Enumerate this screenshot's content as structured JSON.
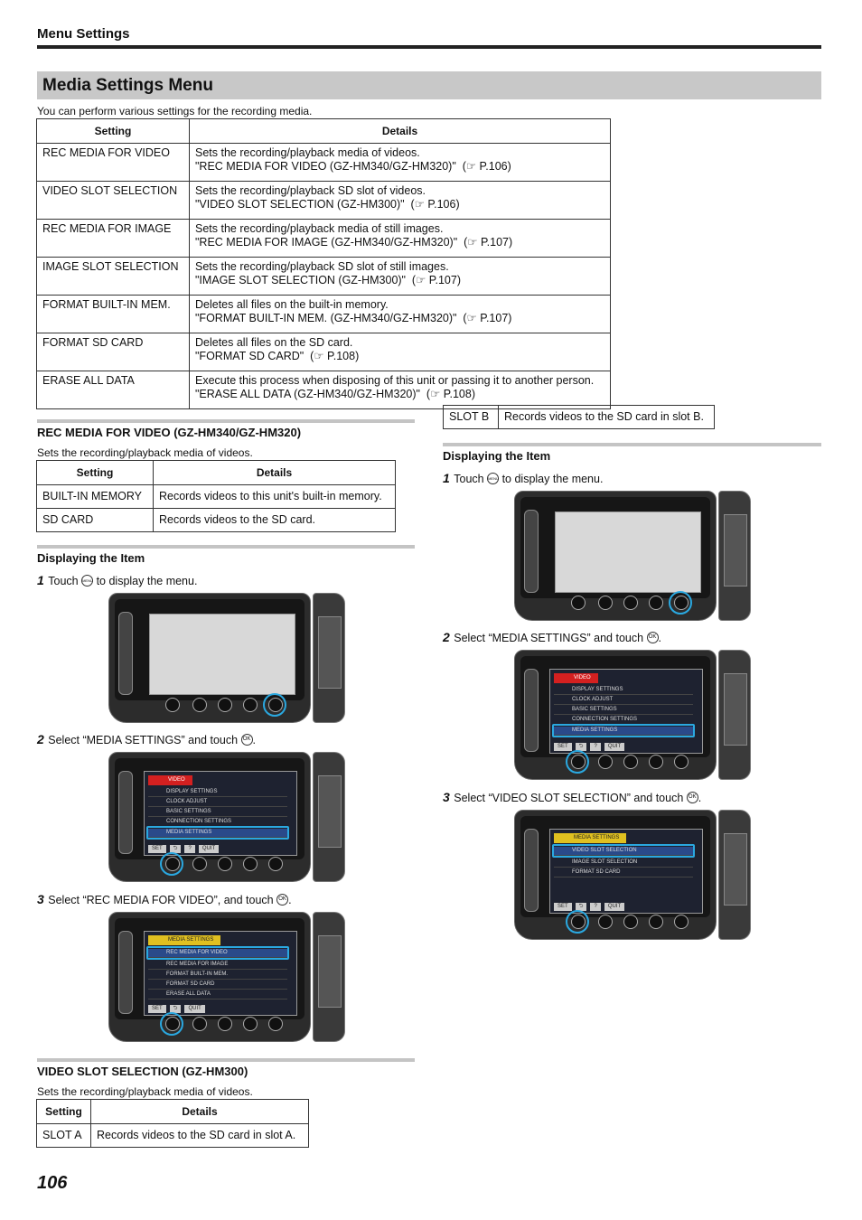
{
  "header": {
    "title": "Menu Settings"
  },
  "page_title": "Media Settings Menu",
  "intro": "You can perform various settings for the recording media.",
  "main_table": {
    "headers": [
      "Setting",
      "Details"
    ],
    "rows": [
      {
        "setting": "REC MEDIA FOR VIDEO",
        "line1": "Sets the recording/playback media of videos.",
        "line2": "\"REC MEDIA FOR VIDEO (GZ-HM340/GZ-HM320)\"  (☞ P.106)"
      },
      {
        "setting": "VIDEO SLOT SELECTION",
        "line1": "Sets the recording/playback SD slot of videos.",
        "line2": "\"VIDEO SLOT SELECTION (GZ-HM300)\"  (☞ P.106)"
      },
      {
        "setting": "REC MEDIA FOR IMAGE",
        "line1": "Sets the recording/playback media of still images.",
        "line2": "\"REC MEDIA FOR IMAGE (GZ-HM340/GZ-HM320)\"  (☞ P.107)"
      },
      {
        "setting": "IMAGE SLOT SELECTION",
        "line1": "Sets the recording/playback SD slot of still images.",
        "line2": "\"IMAGE SLOT SELECTION (GZ-HM300)\"  (☞ P.107)"
      },
      {
        "setting": "FORMAT BUILT-IN MEM.",
        "line1": "Deletes all files on the built-in memory.",
        "line2": "\"FORMAT BUILT-IN MEM. (GZ-HM340/GZ-HM320)\"  (☞ P.107)"
      },
      {
        "setting": "FORMAT SD CARD",
        "line1": "Deletes all files on the SD card.",
        "line2": "\"FORMAT SD CARD\"  (☞ P.108)"
      },
      {
        "setting": "ERASE ALL DATA",
        "line1": "Execute this process when disposing of this unit or passing it to another person.",
        "line2": "\"ERASE ALL DATA (GZ-HM340/GZ-HM320)\"  (☞ P.108)"
      }
    ]
  },
  "rec_media_video": {
    "title": "REC MEDIA FOR VIDEO (GZ-HM340/GZ-HM320)",
    "desc": "Sets the recording/playback media of videos.",
    "headers": [
      "Setting",
      "Details"
    ],
    "rows": [
      {
        "setting": "BUILT-IN MEMORY",
        "details": "Records videos to this unit's built-in memory."
      },
      {
        "setting": "SD CARD",
        "details": "Records videos to the SD card."
      }
    ]
  },
  "left_display": {
    "title": "Displaying the Item",
    "steps": [
      {
        "num": "1",
        "pre": "Touch ",
        "post": " to display the menu.",
        "icon": "menu-icon",
        "icon_text": "MENU"
      },
      {
        "num": "2",
        "pre": "Select “MEDIA SETTINGS” and touch ",
        "post": ".",
        "icon": "ok-icon",
        "icon_text": "OK"
      },
      {
        "num": "3",
        "pre": "Select “REC MEDIA FOR VIDEO”, and touch ",
        "post": ".",
        "icon": "ok-icon",
        "icon_text": "OK"
      }
    ]
  },
  "video_slot": {
    "title": "VIDEO SLOT SELECTION (GZ-HM300)",
    "desc": "Sets the recording/playback media of videos.",
    "headers": [
      "Setting",
      "Details"
    ],
    "rows": [
      {
        "setting": "SLOT A",
        "details": "Records videos to the SD card in slot A."
      },
      {
        "setting": "SLOT B",
        "details": "Records videos to the SD card in slot B."
      }
    ]
  },
  "right_display": {
    "title": "Displaying the Item",
    "steps": [
      {
        "num": "1",
        "pre": "Touch ",
        "post": " to display the menu.",
        "icon": "menu-icon",
        "icon_text": "MENU"
      },
      {
        "num": "2",
        "pre": "Select “MEDIA SETTINGS” and touch ",
        "post": ".",
        "icon": "ok-icon",
        "icon_text": "OK"
      },
      {
        "num": "3",
        "pre": "Select “VIDEO SLOT SELECTION” and touch ",
        "post": ".",
        "icon": "ok-icon",
        "icon_text": "OK"
      }
    ]
  },
  "screens": {
    "video_menu": {
      "head": "VIDEO",
      "items": [
        "DISPLAY SETTINGS",
        "CLOCK ADJUST",
        "BASIC SETTINGS",
        "CONNECTION SETTINGS",
        "MEDIA SETTINGS"
      ]
    },
    "media_menu_a": {
      "head": "MEDIA SETTINGS",
      "items": [
        "REC MEDIA FOR VIDEO",
        "REC MEDIA FOR IMAGE",
        "FORMAT BUILT-IN MEM.",
        "FORMAT SD CARD",
        "ERASE ALL DATA"
      ]
    },
    "media_menu_b": {
      "head": "MEDIA SETTINGS",
      "items": [
        "VIDEO SLOT SELECTION",
        "IMAGE SLOT SELECTION",
        "FORMAT SD CARD"
      ]
    },
    "bar": {
      "set": "SET",
      "back": "⮌",
      "help": "?",
      "quit": "QUIT"
    }
  },
  "page_number": "106",
  "colors": {
    "highlight": "#2aa8e0",
    "title_bar": "#c8c8c8",
    "rule": "#c4c4c4"
  }
}
